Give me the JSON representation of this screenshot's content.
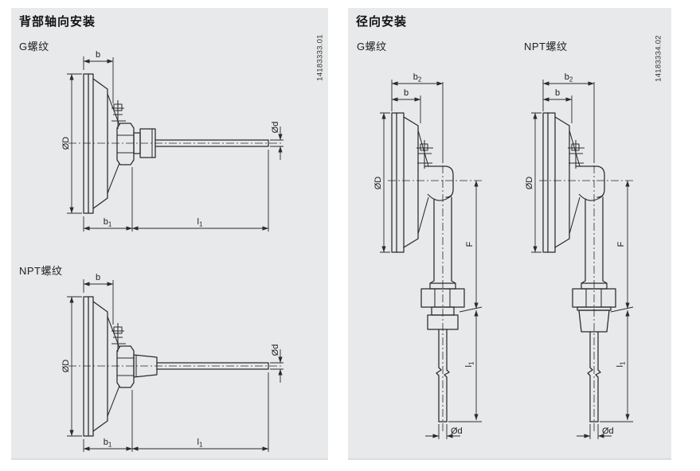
{
  "page": {
    "background": "#ffffff"
  },
  "colors": {
    "panel_bg": "#e8e9ea",
    "line": "#2a2a2a",
    "text": "#1a1a1a"
  },
  "panels": {
    "left": {
      "title": "背部轴向安装",
      "doc_number": "14183333.01",
      "drawings": [
        {
          "label": "G螺纹"
        },
        {
          "label": "NPT螺纹"
        }
      ]
    },
    "right": {
      "title": "径向安装",
      "doc_number": "14183334.02",
      "drawings": [
        {
          "label": "G螺纹"
        },
        {
          "label": "NPT螺纹"
        }
      ]
    }
  },
  "dimensions": {
    "b": "b",
    "b1_base": "b",
    "b1_sub": "1",
    "b2_base": "b",
    "b2_sub": "2",
    "l1_base": "l",
    "l1_sub": "1",
    "dia_D": "ØD",
    "dia_d": "Ød",
    "F": "F"
  }
}
